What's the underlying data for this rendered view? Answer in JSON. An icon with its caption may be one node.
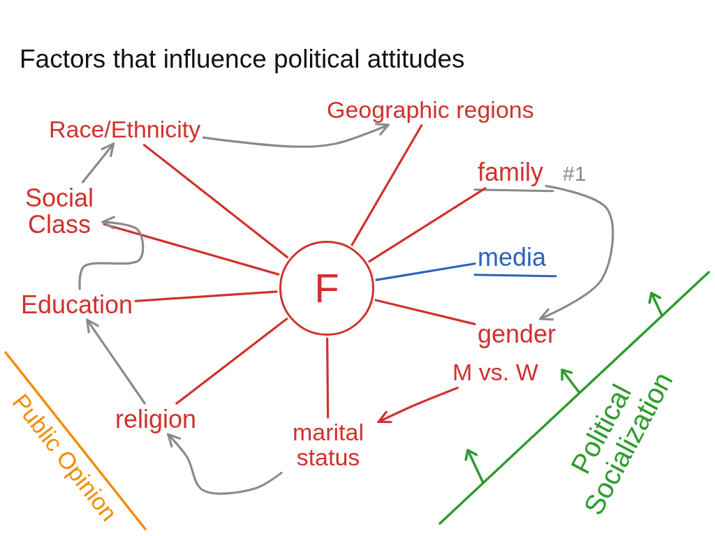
{
  "diagram": {
    "title": "Factors that influence political attitudes",
    "nodes": [
      {
        "text": [
          "F"
        ]
      },
      {
        "text": [
          "Race/Ethnicity"
        ]
      },
      {
        "text": [
          "Geographic regions"
        ]
      },
      {
        "text": [
          "family"
        ],
        "beside": [
          "#1"
        ]
      },
      {
        "text": [
          "media"
        ]
      },
      {
        "text": [
          "gender"
        ]
      },
      {
        "text": [
          "M vs. W"
        ]
      },
      {
        "text": [
          "marital status"
        ]
      },
      {
        "text": [
          "religion"
        ]
      },
      {
        "text": [
          "Education"
        ]
      },
      {
        "text": [
          "Social Class"
        ]
      }
    ],
    "edges": [
      {
        "from": 0,
        "to": 1,
        "arrow": "none"
      },
      {
        "from": 0,
        "to": 2,
        "arrow": "none"
      },
      {
        "from": 0,
        "to": 3,
        "arrow": "none"
      },
      {
        "from": 0,
        "to": 4,
        "arrow": "none",
        "color": "#2b63b8"
      },
      {
        "from": 0,
        "to": 5,
        "arrow": "none"
      },
      {
        "from": 0,
        "to": 7,
        "arrow": "none"
      },
      {
        "from": 0,
        "to": 8,
        "arrow": "none"
      },
      {
        "from": 0,
        "to": 9,
        "arrow": "none"
      },
      {
        "from": 0,
        "to": 10,
        "arrow": "none"
      },
      {
        "from": 1,
        "to": 2,
        "arrow": "to",
        "color": "#8a8a8a"
      },
      {
        "from": 10,
        "to": 1,
        "arrow": "to",
        "color": "#8a8a8a"
      },
      {
        "from": 9,
        "to": 10,
        "arrow": "to",
        "color": "#8a8a8a"
      },
      {
        "from": 8,
        "to": 9,
        "arrow": "to",
        "color": "#8a8a8a"
      },
      {
        "from": 7,
        "to": 8,
        "arrow": "to",
        "color": "#8a8a8a"
      },
      {
        "from": 3,
        "to": 5,
        "arrow": "to",
        "color": "#8a8a8a"
      },
      {
        "from": 6,
        "to": 7,
        "arrow": "to"
      }
    ],
    "labels": [
      "Public Opinion",
      "Political Socialization"
    ]
  }
}
